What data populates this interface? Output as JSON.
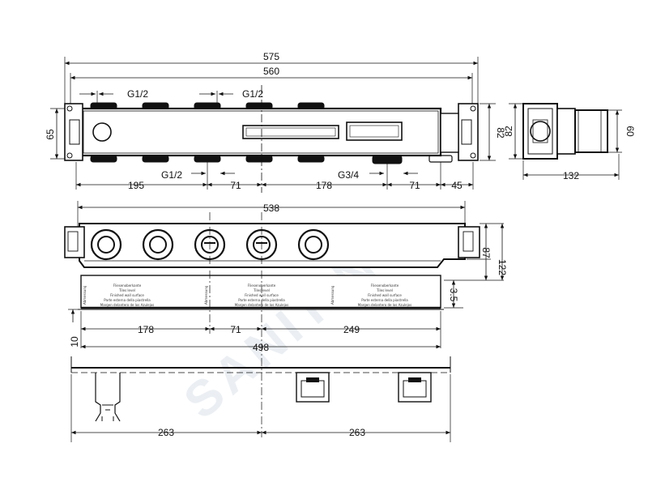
{
  "watermark": "SANITINO",
  "dims": {
    "d575": "575",
    "d560": "560",
    "d65": "65",
    "d82": "82",
    "g12_a": "G1/2",
    "g12_b": "G1/2",
    "g12_c": "G1/2",
    "g34": "G3/4",
    "d195": "195",
    "d71_a": "71",
    "d178_a": "178",
    "d71_b": "71",
    "d45": "45",
    "side82": "82",
    "side60": "60",
    "side132": "132",
    "d538": "538",
    "d87": "87",
    "d122": "122",
    "d35": "3.5",
    "d178_b": "178",
    "d71_c": "71",
    "d249": "249",
    "d10": "10",
    "d498": "498",
    "d263_a": "263",
    "d263_b": "263"
  },
  "label_block": {
    "lines": [
      "Fliesenoberkante",
      "Tiles level",
      "Finished wall surface",
      "Parte esterna della piastrella",
      "Margen delantero de los Azulejos"
    ],
    "side": "Abmessung"
  }
}
